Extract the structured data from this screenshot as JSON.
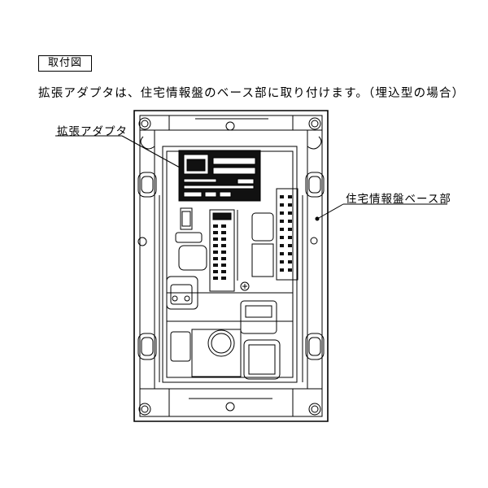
{
  "figure": {
    "title_label": "取付図",
    "description": "拡張アダプタは、住宅情報盤のベース部に取り付けます。（埋込型の場合）"
  },
  "callouts": {
    "adapter_label": "拡張アダプタ",
    "base_label": "住宅情報盤ベース部"
  }
}
